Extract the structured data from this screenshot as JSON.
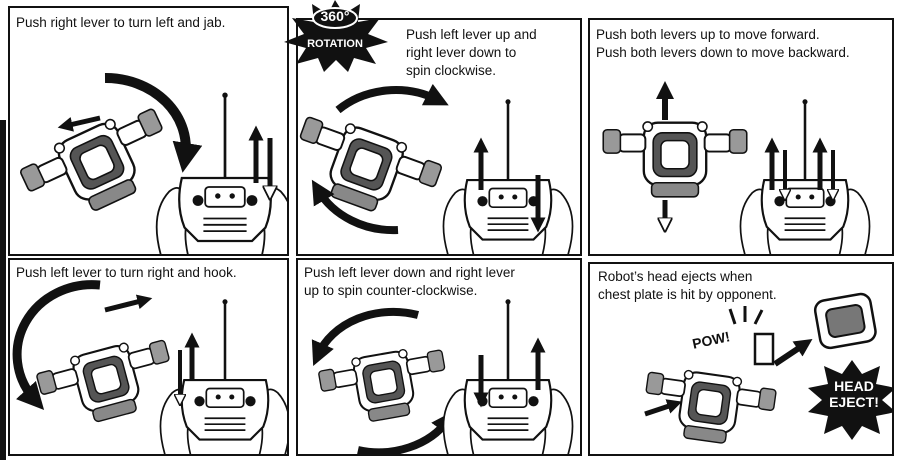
{
  "badges": {
    "rotation_top": "360°",
    "rotation_bottom": "ROTATION",
    "pow": "POW!",
    "head_eject_line1": "HEAD",
    "head_eject_line2": "EJECT!"
  },
  "panels": [
    {
      "id": "turn-left-jab",
      "lines": [
        "Push right lever to turn left and jab."
      ]
    },
    {
      "id": "spin-clockwise",
      "lines": [
        "Push left lever up and",
        "right lever down to",
        "spin clockwise."
      ]
    },
    {
      "id": "forward-backward",
      "lines": [
        "Push both levers up to move forward.",
        "Push both levers down to move backward."
      ]
    },
    {
      "id": "turn-right-hook",
      "lines": [
        "Push left lever to turn right and hook."
      ]
    },
    {
      "id": "spin-counter-clockwise",
      "lines": [
        "Push left lever down and right lever",
        "up to spin counter-clockwise."
      ]
    },
    {
      "id": "head-eject",
      "lines": [
        "Robot’s head ejects when",
        "chest plate is hit by opponent."
      ]
    }
  ],
  "icons": [
    "robot-icon",
    "remote-control-icon",
    "hands-icon",
    "arrow-icon",
    "rotation-arrow-icon",
    "burst-icon"
  ]
}
